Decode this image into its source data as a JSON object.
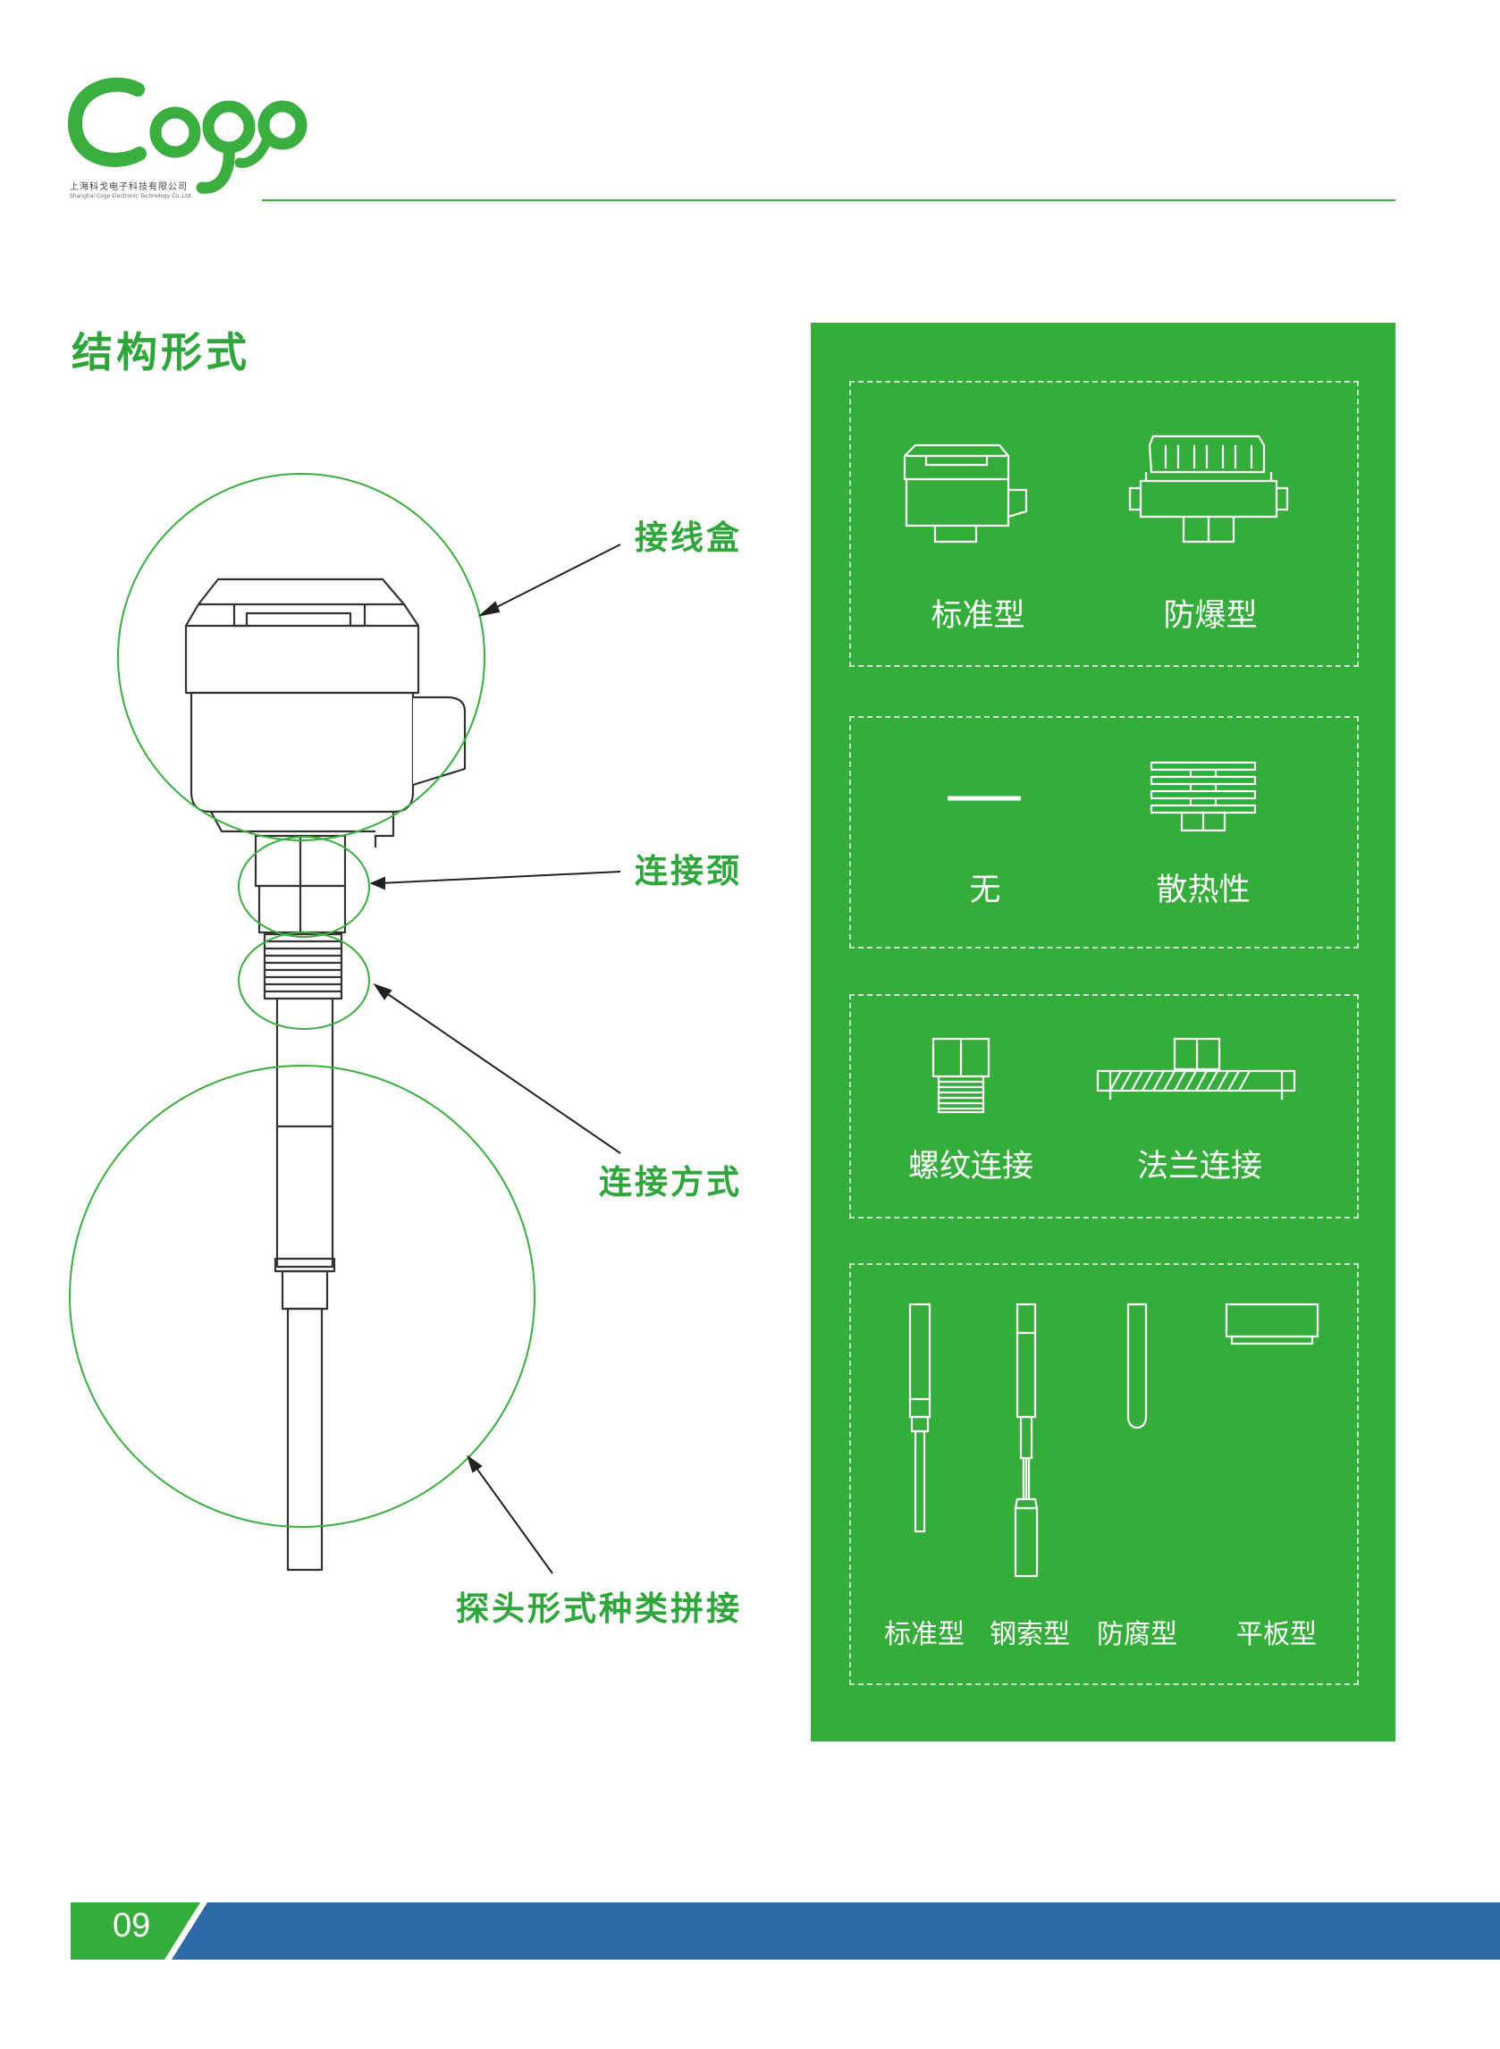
{
  "brand": {
    "name": "Cogo",
    "company_cn": "上海科戈电子科技有限公司",
    "company_en": "Shanghai Cogo Electronic Technology Co.,Ltd"
  },
  "section_title": "结构形式",
  "callouts": {
    "junction_box": "接线盒",
    "connecting_neck": "连接颈",
    "connection_method": "连接方式",
    "probe_types": "探头形式种类拼接"
  },
  "panel": {
    "housing": {
      "options": [
        "标准型",
        "防爆型"
      ]
    },
    "heat_sink": {
      "options": [
        "无",
        "散热性"
      ]
    },
    "connection": {
      "options": [
        "螺纹连接",
        "法兰连接"
      ]
    },
    "probe": {
      "options": [
        "标准型",
        "钢索型",
        "防腐型",
        "平板型"
      ]
    }
  },
  "colors": {
    "brand_green": "#35ad3b",
    "footer_blue": "#2f6aa8"
  },
  "footer": {
    "page_number": "09"
  }
}
